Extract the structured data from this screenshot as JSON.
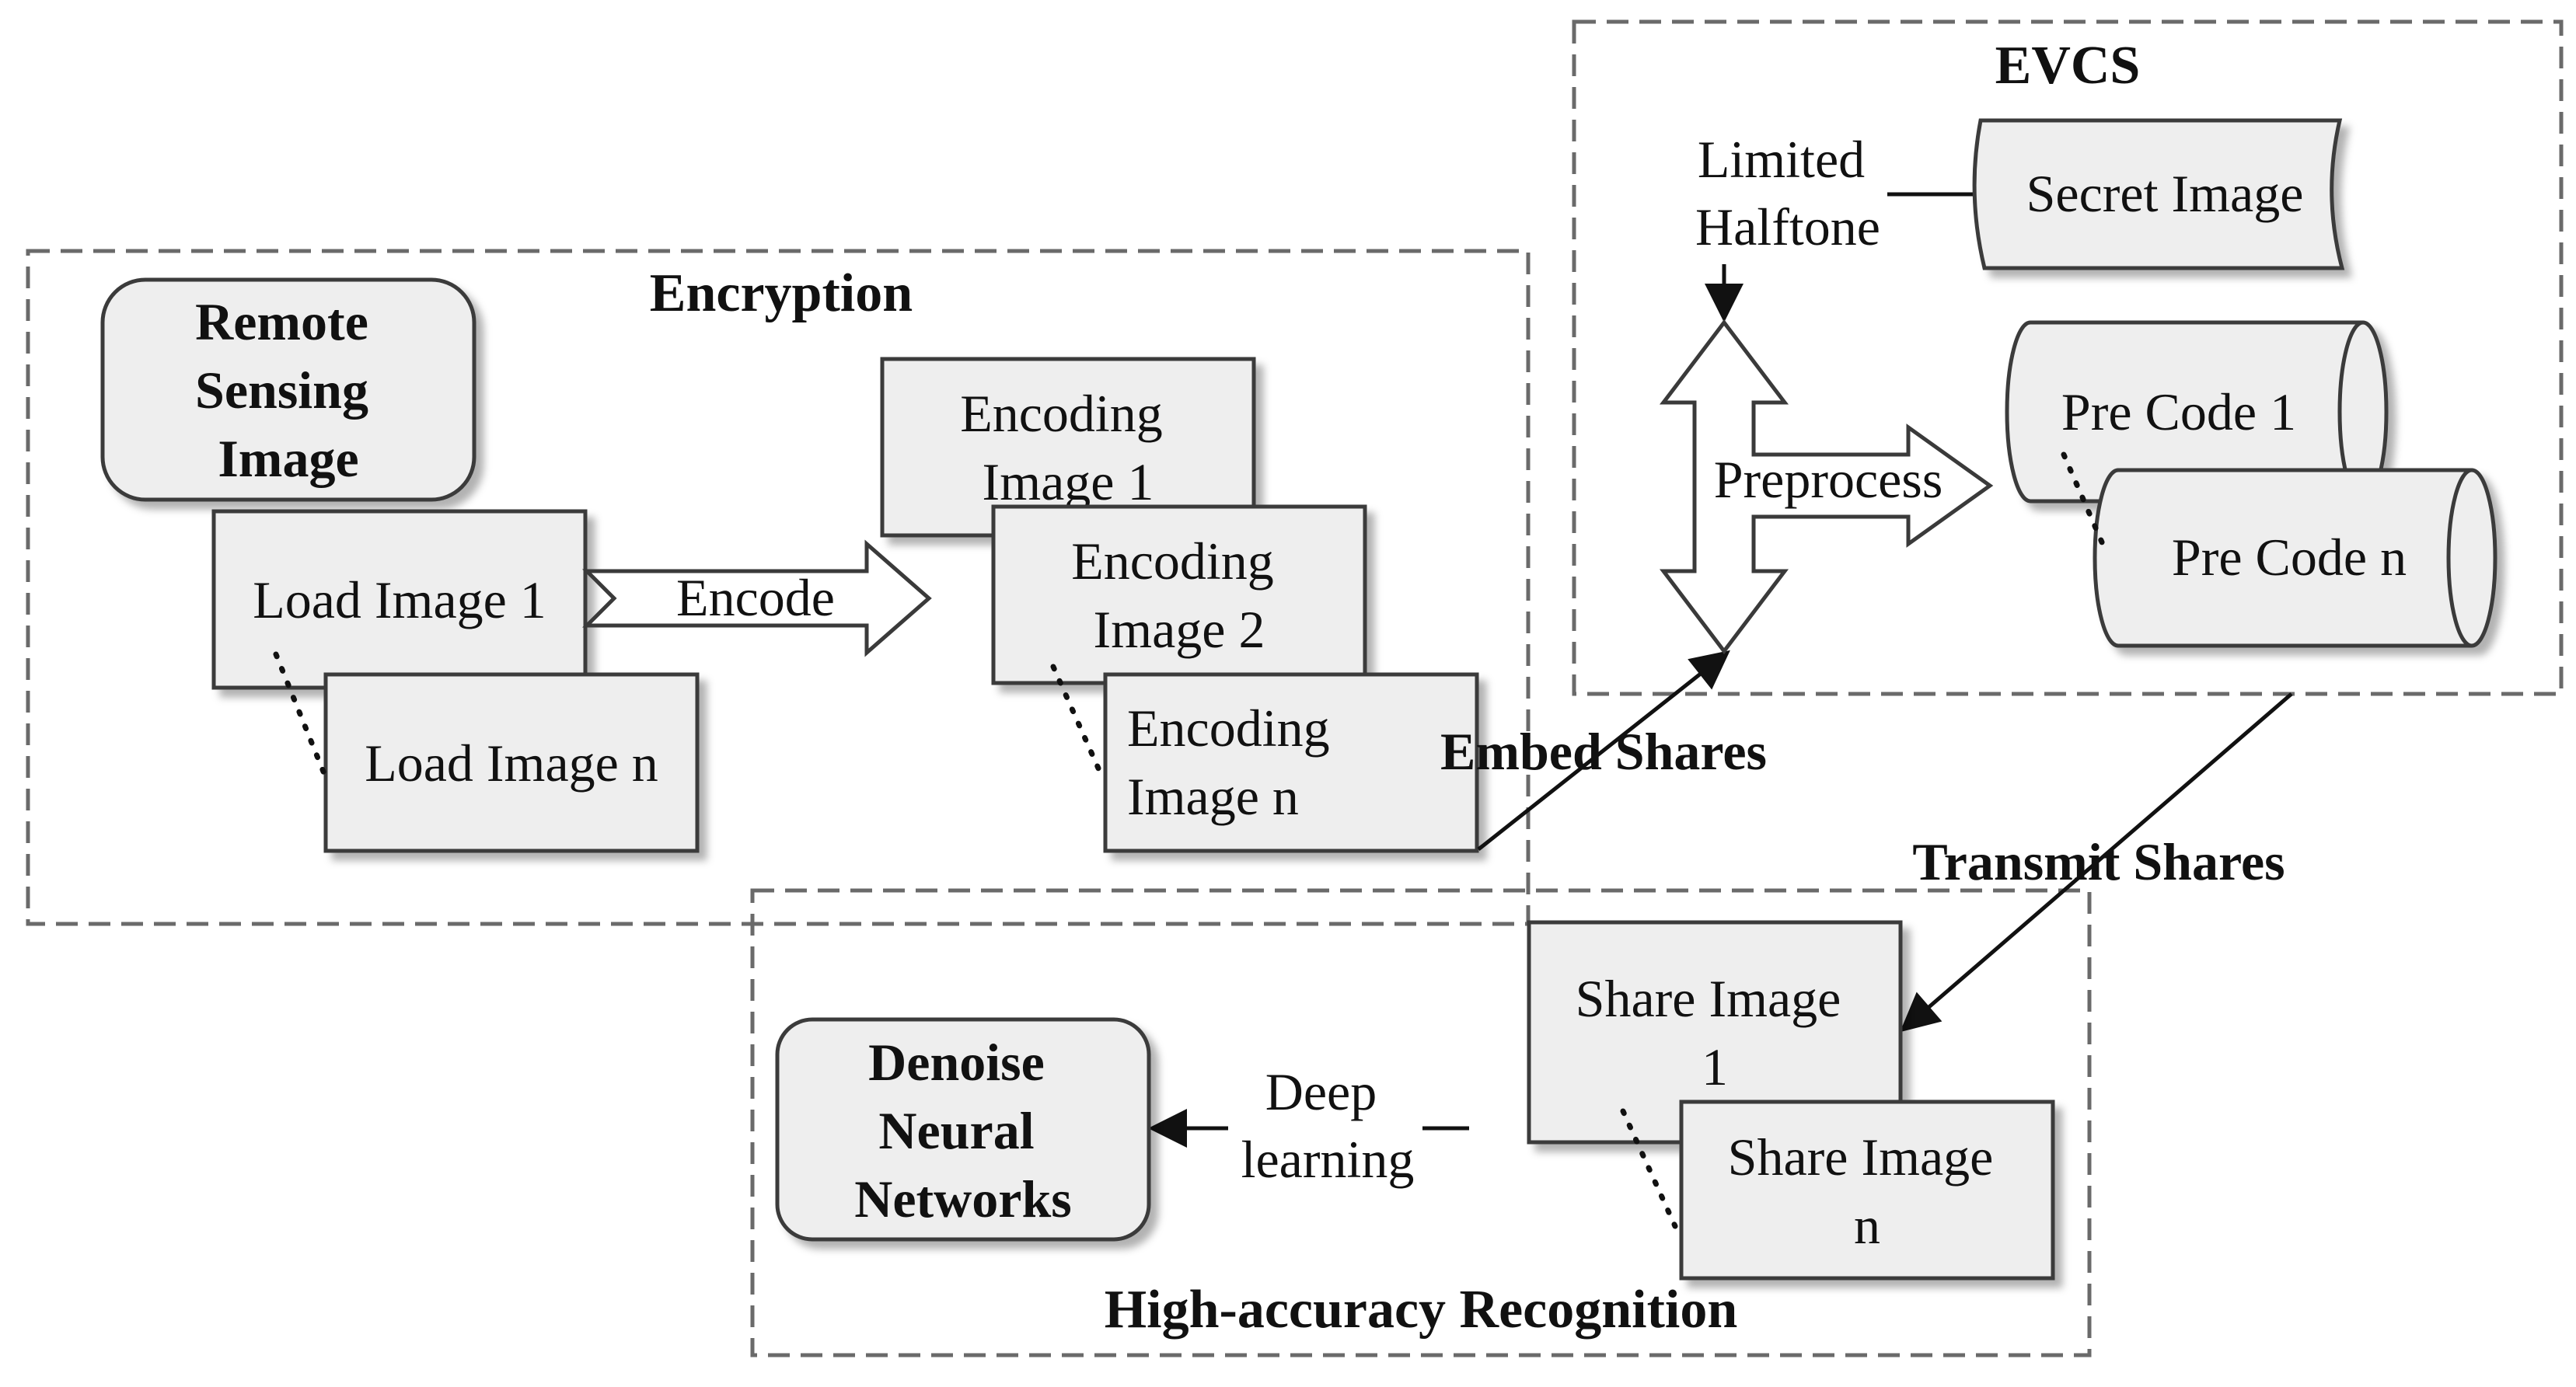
{
  "sections": {
    "encryption": "Encryption",
    "evcs": "EVCS",
    "recognition": "High-accuracy Recognition"
  },
  "nodes": {
    "remote_sensing_image": [
      "Remote",
      "Sensing",
      "Image"
    ],
    "load_image_1": "Load Image 1",
    "load_image_n": "Load Image n",
    "encoding_image_1": [
      "Encoding",
      "Image 1"
    ],
    "encoding_image_2": [
      "Encoding",
      "Image 2"
    ],
    "encoding_image_n": [
      "Encoding",
      "Image n"
    ],
    "limited_halftone": [
      "Limited",
      "Halftone"
    ],
    "secret_image": "Secret Image",
    "pre_code_1": "Pre Code 1",
    "pre_code_n": "Pre Code n",
    "share_image_1": [
      "Share Image",
      "1"
    ],
    "share_image_n": [
      "Share Image",
      "n"
    ],
    "denoise_nn": [
      "Denoise",
      "Neural",
      "Networks"
    ]
  },
  "edges": {
    "encode": "Encode",
    "preprocess": "Preprocess",
    "embed_shares": "Embed Shares",
    "transmit_shares": "Transmit Shares",
    "deep_learning": [
      "Deep",
      "learning"
    ]
  },
  "colors": {
    "box_fill": "#eeeeee",
    "stroke": "#3a3a3a",
    "dash": "#6a6a6a",
    "text": "#111111"
  }
}
